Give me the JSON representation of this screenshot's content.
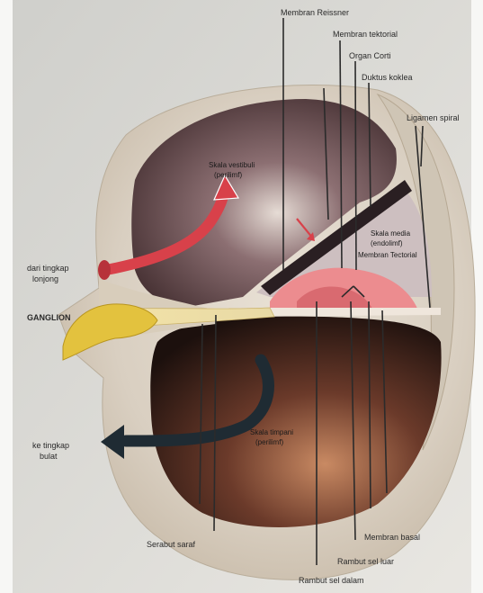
{
  "figure": {
    "labels": {
      "membran_reissner": "Membran Reissner",
      "membran_tektorial": "Membran tektorial",
      "organ_corti": "Organ Corti",
      "duktus_koklea": "Duktus koklea",
      "ligamen_spiral": "Ligamen spiral",
      "skala_vestibuli_line1": "Skala vestibuli",
      "skala_vestibuli_line2": "(perilimf)",
      "dari_tingkap_line1": "dari tingkap",
      "dari_tingkap_line2": "lonjong",
      "ganglion": "GANGLION",
      "ke_tingkap_line1": "ke tingkap",
      "ke_tingkap_line2": "bulat",
      "skala_media_line1": "Skala media",
      "skala_media_line2": "(endolimf)",
      "skala_media_line3": "Membran Tectorial",
      "skala_timpani_line1": "Skala timpani",
      "skala_timpani_line2": "(perilimf)",
      "serabut_saraf": "Serabut saraf",
      "membran_basal": "Membran basal",
      "rambut_sel_luar": "Rambut sel luar",
      "rambut_sel_dalam": "Rambut sel dalam"
    },
    "colors": {
      "bone": "#dcd3c6",
      "upper_chamber": "#4a3336",
      "lower_chamber": "#2e1a16",
      "arrow_red": "#d8414a",
      "arrow_dark": "#1f2b33",
      "ganglion_yellow": "#e3c23e",
      "organ_pink": "#ec8c8f"
    }
  }
}
